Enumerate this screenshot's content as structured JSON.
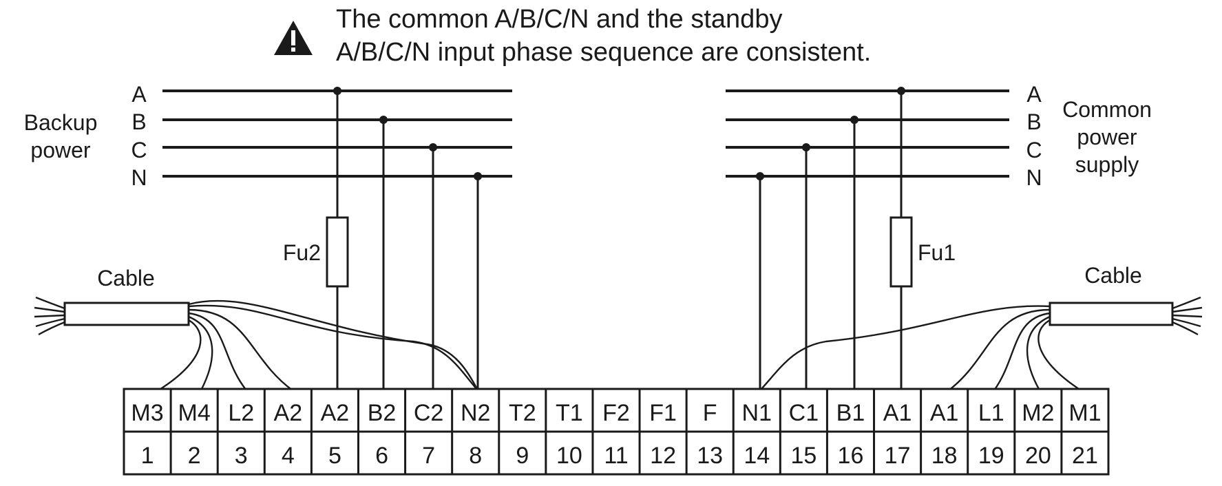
{
  "warning": {
    "icon": "warning-triangle-icon",
    "lines": [
      "The common A/B/C/N and the standby",
      "A/B/C/N input phase sequence are consistent."
    ]
  },
  "backup": {
    "label_lines": [
      "Backup",
      "power"
    ],
    "phases": [
      "A",
      "B",
      "C",
      "N"
    ],
    "fuse_label": "Fu2",
    "cable_label": "Cable"
  },
  "common": {
    "label_lines": [
      "Common",
      "power",
      "supply"
    ],
    "phases": [
      "A",
      "B",
      "C",
      "N"
    ],
    "fuse_label": "Fu1",
    "cable_label": "Cable"
  },
  "terminal_block": {
    "labels": [
      "M3",
      "M4",
      "L2",
      "A2",
      "A2",
      "B2",
      "C2",
      "N2",
      "T2",
      "T1",
      "F2",
      "F1",
      "F",
      "N1",
      "C1",
      "B1",
      "A1",
      "A1",
      "L1",
      "M2",
      "M1"
    ],
    "numbers": [
      "1",
      "2",
      "3",
      "4",
      "5",
      "6",
      "7",
      "8",
      "9",
      "10",
      "11",
      "12",
      "13",
      "14",
      "15",
      "16",
      "17",
      "18",
      "19",
      "20",
      "21"
    ]
  },
  "colors": {
    "ink": "#1a1a1a",
    "background": "#ffffff"
  }
}
